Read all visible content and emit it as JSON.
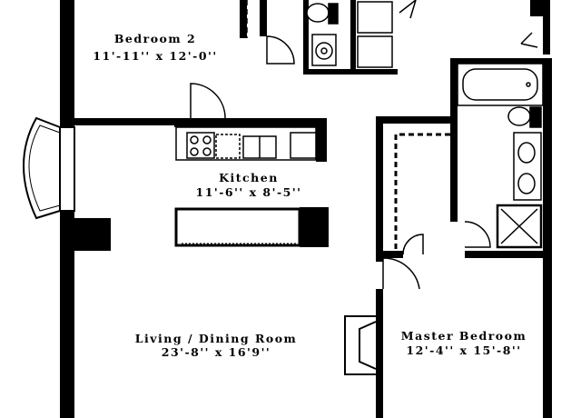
{
  "rooms": {
    "bedroom2": {
      "name": "Bedroom 2",
      "size": "11'-11'' x 12'-0''"
    },
    "kitchen": {
      "name": "Kitchen",
      "size": "11'-6'' x 8'-5''"
    },
    "living": {
      "name": "Living / Dining Room",
      "size": "23'-8'' x 16'9''"
    },
    "master": {
      "name": "Master Bedroom",
      "size": "12'-4'' x 15'-8''"
    }
  },
  "colors": {
    "wall": "#000000",
    "background": "#ffffff"
  }
}
